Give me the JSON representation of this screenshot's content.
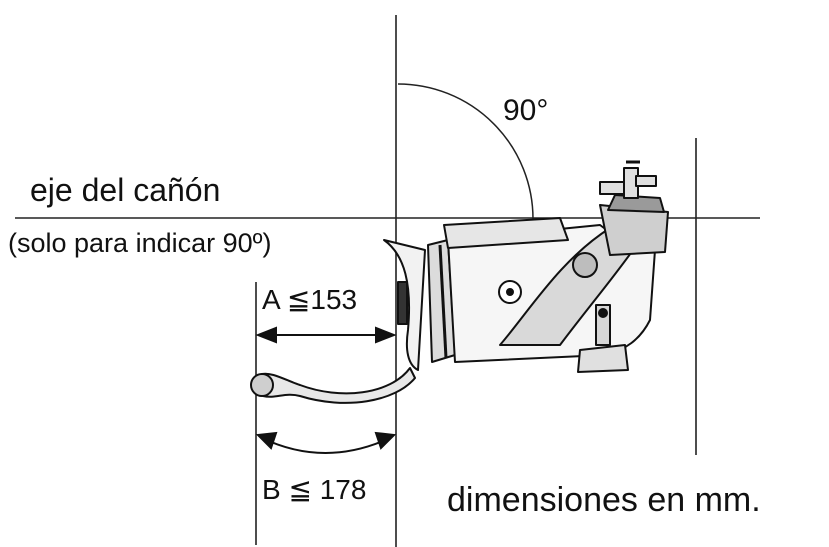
{
  "labels": {
    "axis": "eje del cañón",
    "axis_note": "(solo para indicar 90º)",
    "angle": "90°",
    "dim_a": "A ≦153",
    "dim_b": "B ≦ 178",
    "units": "dimensiones en mm."
  },
  "colors": {
    "ink": "#111111",
    "background": "#ffffff"
  }
}
